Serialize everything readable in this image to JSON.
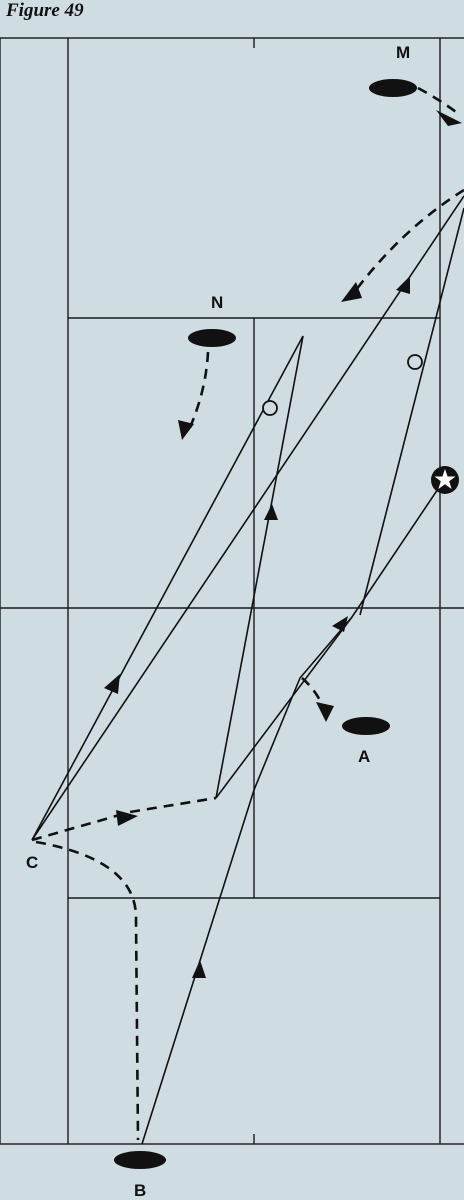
{
  "figure": {
    "title": "Figure 49"
  },
  "labels": {
    "M": "M",
    "N": "N",
    "A": "A",
    "B": "B",
    "C": "C"
  },
  "colors": {
    "background": "#cfdde2",
    "ink": "#111111"
  }
}
